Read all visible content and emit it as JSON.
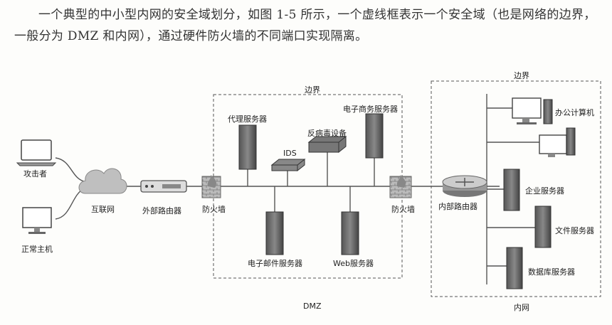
{
  "paragraph": "一个典型的中小型内网的安全域划分，如图 1-5 所示，一个虚线框表示一个安全域（也是网络的边界，一般分为 DMZ 和内网），通过硬件防火墙的不同端口实现隔离。",
  "labels": {
    "attacker": "攻击者",
    "normal_host": "正常主机",
    "internet": "互联网",
    "ext_router": "外部路由器",
    "firewall_left": "防火墙",
    "firewall_right": "防火墙",
    "dmz_boundary": "边界",
    "dmz": "DMZ",
    "proxy_server": "代理服务器",
    "ids": "IDS",
    "antivirus": "反病毒设备",
    "ecommerce_server": "电子商务服务器",
    "mail_server": "电子邮件服务器",
    "web_server": "Web服务器",
    "int_router": "内部路由器",
    "intranet_boundary": "边界",
    "intranet": "内网",
    "office_pc": "办公计算机",
    "enterprise_server": "企业服务器",
    "file_server": "文件服务器",
    "db_server": "数据库服务器"
  }
}
